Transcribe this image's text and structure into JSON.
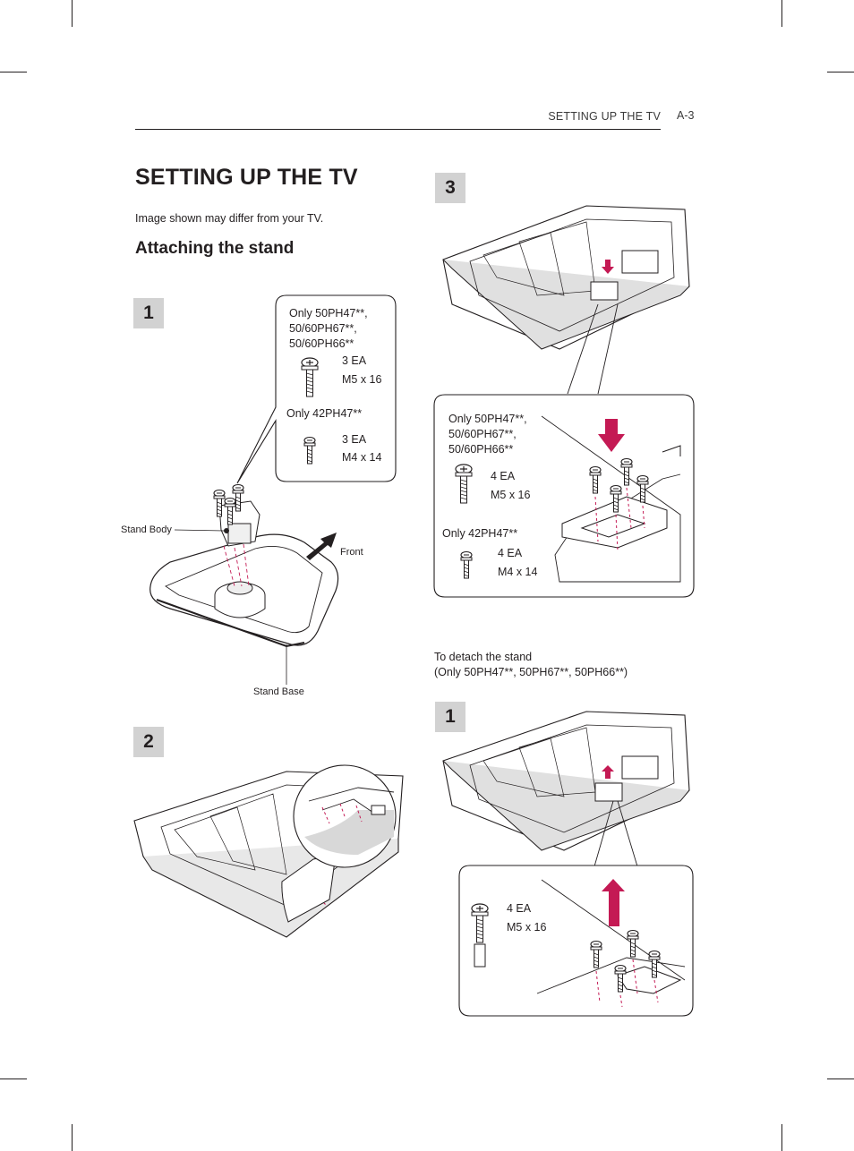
{
  "header": {
    "section_name": "SETTING UP THE TV",
    "page_number": "A-3"
  },
  "title": "SETTING UP THE TV",
  "subtitle": "Image shown may differ from your TV.",
  "section_heading": "Attaching the stand",
  "steps": {
    "one": "1",
    "two": "2",
    "three": "3",
    "detach_one": "1"
  },
  "step1": {
    "models_a": "Only 50PH47**,",
    "models_a2": "50/60PH67**,",
    "models_a3": "50/60PH66**",
    "qty_a": "3 EA",
    "size_a": "M5 x 16",
    "models_b": "Only 42PH47**",
    "qty_b": "3 EA",
    "size_b": "M4 x 14",
    "stand_body": "Stand Body",
    "stand_base": "Stand Base",
    "front": "Front"
  },
  "step3": {
    "models_a": "Only 50PH47**,",
    "models_a2": "50/60PH67**,",
    "models_a3": "50/60PH66**",
    "qty_a": "4 EA",
    "size_a": "M5 x 16",
    "models_b": "Only 42PH47**",
    "qty_b": "4 EA",
    "size_b": "M4 x 14"
  },
  "detach": {
    "intro": "To detach the stand",
    "models": "(Only 50PH47**, 50PH67**, 50PH66**)",
    "qty": "4 EA",
    "size": "M5 x 16"
  },
  "colors": {
    "accent_arrow": "#c41a54",
    "step_box": "#d2d2d2",
    "guide_line": "#c41a54"
  }
}
